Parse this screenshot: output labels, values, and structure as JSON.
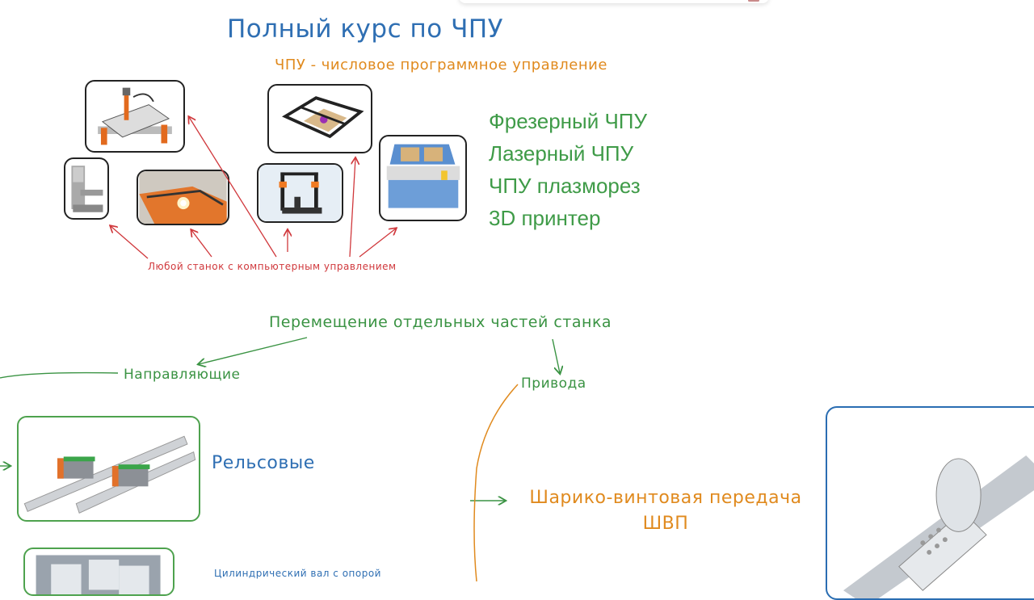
{
  "header": {
    "title": "Полный курс по ЧПУ",
    "subtitle": "ЧПУ - числовое программное управление"
  },
  "machine_types": [
    "Фрезерный ЧПУ",
    "Лазерный ЧПУ",
    "ЧПУ плазморез",
    "3D принтер"
  ],
  "images": {
    "cnc_router": "cnc-router-image",
    "milling_machine": "milling-machine-image",
    "plasma_cutter": "plasma-cutter-image",
    "laser_engraver": "laser-engraver-image",
    "printer_3d": "3d-printer-image",
    "laser_cutter": "laser-cutter-image",
    "linear_rails": "linear-rails-image",
    "shaft_support": "cylindrical-shaft-image",
    "ball_screw": "ball-screw-image"
  },
  "annotations": {
    "any_machine": "Любой станок с компьютерным управлением",
    "movement": "Перемещение отдельных частей станка",
    "guides": "Направляющие",
    "drives": "Привода",
    "rails": "Рельсовые",
    "shaft": "Цилиндрический вал с опорой",
    "ballscrew_line1": "Шарико-винтовая передача",
    "ballscrew_line2": "ШВП"
  },
  "colors": {
    "title_blue": "#2f6fb3",
    "orange": "#e08a1e",
    "green": "#3a9343",
    "red": "#d0383c"
  }
}
